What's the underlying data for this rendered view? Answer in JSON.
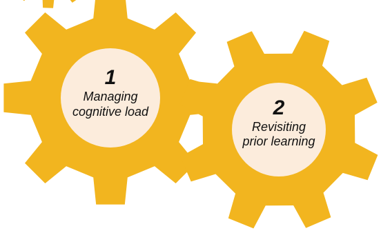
{
  "colors": {
    "gear": "#f2b51f",
    "hub": "#fcecdc",
    "text": "#111111"
  },
  "gears": [
    {
      "number": "1",
      "label_lines": [
        "Managing",
        "cognitive load"
      ]
    },
    {
      "number": "2",
      "label_lines": [
        "Revisiting",
        "prior learning"
      ]
    }
  ]
}
